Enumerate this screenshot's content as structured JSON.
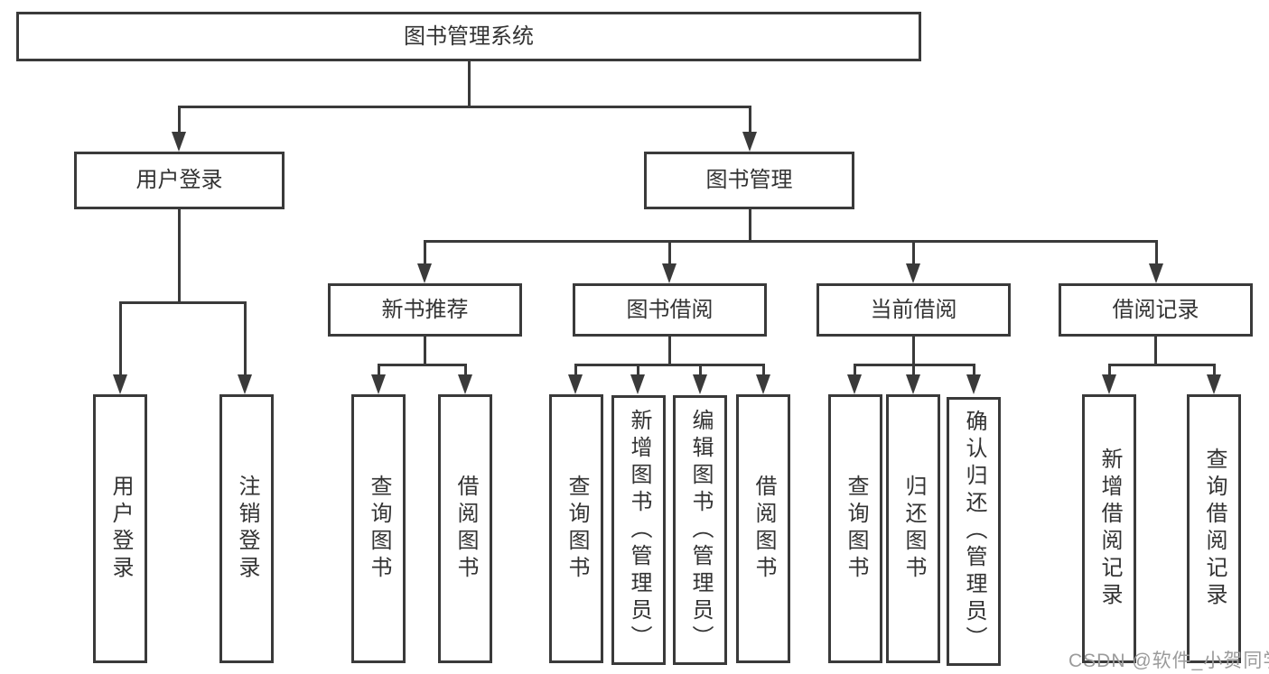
{
  "tree": {
    "label": "图书管理系统",
    "children": [
      {
        "label": "用户登录",
        "children": [
          {
            "label": "用户登录"
          },
          {
            "label": "注销登录"
          }
        ]
      },
      {
        "label": "图书管理",
        "children": [
          {
            "label": "新书推荐",
            "children": [
              {
                "label": "查询图书"
              },
              {
                "label": "借阅图书"
              }
            ]
          },
          {
            "label": "图书借阅",
            "children": [
              {
                "label": "查询图书"
              },
              {
                "label": "新增图书（管理员）"
              },
              {
                "label": "编辑图书（管理员）"
              },
              {
                "label": "借阅图书"
              }
            ]
          },
          {
            "label": "当前借阅",
            "children": [
              {
                "label": "查询图书"
              },
              {
                "label": "归还图书"
              },
              {
                "label": "确认归还（管理员）"
              }
            ]
          },
          {
            "label": "借阅记录",
            "children": [
              {
                "label": "新增借阅记录"
              },
              {
                "label": "查询借阅记录"
              }
            ]
          }
        ]
      }
    ]
  },
  "watermark": {
    "text": "CSDN @软件_小贺同学"
  },
  "colors": {
    "line": "#3a3a3a",
    "text": "#333333",
    "watermark": "#9b9b9b",
    "bg": "#ffffff"
  }
}
